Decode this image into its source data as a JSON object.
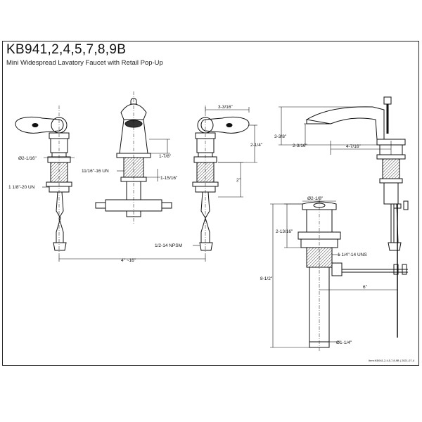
{
  "header": {
    "title": "KB941,2,4,5,7,8,9B",
    "subtitle": "Mini Widespread Lavatory Faucet with Retail Pop-Up"
  },
  "dimensions": {
    "handle_dia": "Ø2-1/16\"",
    "handle_thread": "1 1/8\"-20 UN",
    "spout_dia": "1-7/8\"",
    "spout_thread": "11/16\"-16 UN",
    "spout_shank": "1-15/16\"",
    "handle_span_total": "4\" ~16\"",
    "handle_top_width": "3-3/16\"",
    "handle_height": "2-1/4\"",
    "handle_shank": "2\"",
    "inlet_thread": "1/2-14 NPSM",
    "overall_height": "3-3/8\"",
    "spout_height": "2-3/16\"",
    "spout_reach": "4-7/16\"",
    "drain_flange": "Ø2-1/8\"",
    "drain_body": "2-13/16\"",
    "drain_thread": "1 1/4\"-14 UNS",
    "drain_total": "8-1/2\"",
    "lift_rod": "6\"",
    "tailpiece": "Ø1-1/4\""
  },
  "footer": {
    "drawing_no": "Item:KB941,2,4,5,7,8,9B | 2021-07-4"
  }
}
